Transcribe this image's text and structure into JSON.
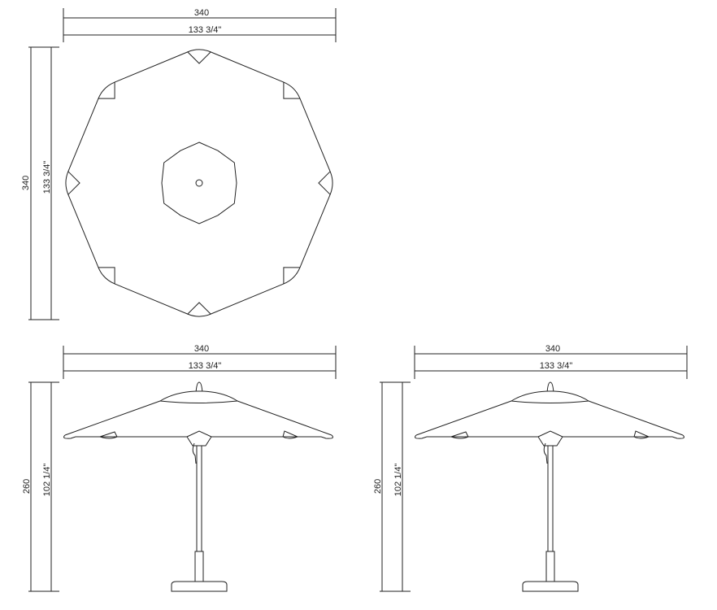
{
  "top_view": {
    "width_mm": "340",
    "width_in": "133 3/4\"",
    "depth_mm": "340",
    "depth_in": "133 3/4\""
  },
  "side_view_left": {
    "width_mm": "340",
    "width_in": "133 3/4\"",
    "height_mm": "260",
    "height_in": "102 1/4\""
  },
  "side_view_right": {
    "width_mm": "340",
    "width_in": "133 3/4\"",
    "height_mm": "260",
    "height_in": "102 1/4\""
  },
  "colors": {
    "line": "#222222",
    "background": "#ffffff"
  }
}
